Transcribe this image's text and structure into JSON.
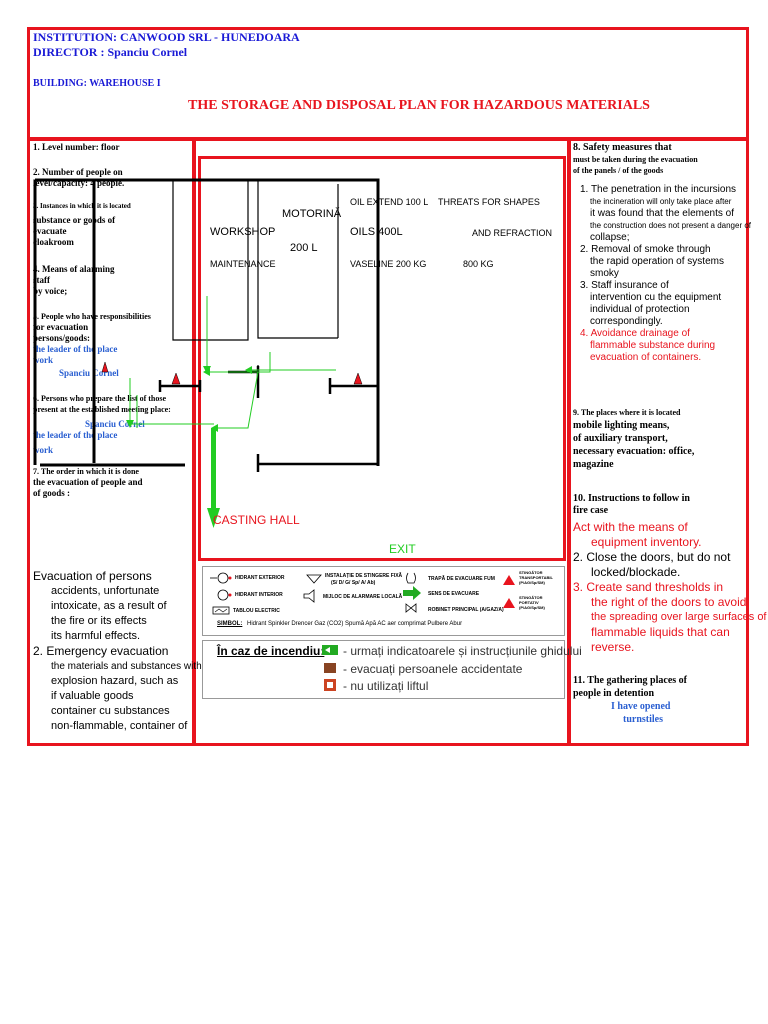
{
  "header": {
    "institution": "INSTITUTION: CANWOOD SRL - HUNEDOARA",
    "director": "DIRECTOR : Spanciu Cornel",
    "building": "BUILDING:   WAREHOUSE   I",
    "title": "THE STORAGE AND DISPOSAL PLAN FOR HAZARDOUS MATERIALS"
  },
  "left": {
    "s1": "1. Level number: floor",
    "s2a": "2. Number of people on",
    "s2b": "level/capacity: 4 people.",
    "s3a": "3. Instances in which it is located",
    "s3b": "substance or goods of",
    "s3c": "evacuate",
    "s3d": "cloakroom",
    "s4a": "4. Means of alarming",
    "s4b": "staff",
    "s4c": " by voice;",
    "s5a": "5. People who have responsibilities",
    "s5b": "for evacuation",
    "s5c": "persons/goods:",
    "s5d": "the leader of the place",
    "s5e": "work",
    "s5f": "Spanciu Cornel",
    "s6a": "6. Persons who prepare the list of those",
    "s6b": "present at the established meeting place:",
    "s6c": "Spanciu Cornel",
    "s6d": "the leader of the place",
    "s6e": "work",
    "s7a": "7. The order in which it is done",
    "s7b": "the evacuation of people and",
    "s7c": "of goods :",
    "s7d": "Evacuation   of   persons",
    "s7e": "accidents, unfortunate",
    "s7f": "intoxicate, as a result of",
    "s7g": "the fire or its effects",
    "s7h": "its harmful effects.",
    "s7i": "2.    Emergency   evacuation",
    "s7j": "the materials and substances with",
    "s7k": "explosion  hazard,  such  as",
    "s7l": "if  valuable  goods",
    "s7m": "container      cu      substances",
    "s7n": "non-flammable,     container     of"
  },
  "plan": {
    "oil_extend": "OIL EXTEND 100 L",
    "threats": "THREATS FOR SHAPES",
    "motorina": "MOTORINĂ",
    "workshop": "WORKSHOP",
    "oils": "OILS  400L",
    "refraction": "AND  REFRACTION",
    "liters200": "200  L",
    "maintenance": "MAINTENANCE",
    "vaseline": "VASELINE  200  KG",
    "kg800": "800  KG",
    "casting": "CASTING  HALL",
    "exit": "EXIT"
  },
  "legend": {
    "hydrant_ext": "HIDRANT EXTERIOR",
    "hydrant_int": "HIDRANT INTERIOR",
    "panel": "TABLOU ELECTRIC",
    "install1": "INSTALAȚIE DE STINGERE FIXĂ",
    "install2": "(S/ D/ G/ Sp/ A/ Ab)",
    "alarm": "MIJLOC DE ALARMARE LOCALĂ",
    "hatch": "TRAPĂ DE EVACUARE FUM",
    "direction": "SENS DE EVACUARE",
    "valve": "ROBINET PRINCIPAL (A/GAZ/A)",
    "ext_trans1": "STINGĂTOR",
    "ext_trans2": "TRANSPORTABIL",
    "ext_trans3": "(P/AG/Sp/SM)",
    "ext_port1": "STINGĂTOR",
    "ext_port2": "PORTATIV",
    "ext_port3": "(P/AG/Sp/SM)",
    "symbol_label": "SIMBOL:",
    "symbol_text": "Hidrant Spinkler  Drencer  Gaz (CO2)  Spumă  Apă  AC aer comprimat  Pulbere  Abur",
    "fire_title": "În caz de incendiu:",
    "fire1": "- urmați indicatoarele și instrucțiunile ghidului",
    "fire2": "- evacuați persoanele accidentate",
    "fire3": "- nu utilizați liftul"
  },
  "right": {
    "s8a": "8. Safety measures that",
    "s8b": "must be taken during the evacuation",
    "s8c": "of the panels / of the goods",
    "r1a": "1.       The penetration in       the incursions",
    "r1b": "the incineration will only take place after",
    "r1c": "it was found that the elements of",
    "r1d": "the construction does not present a danger of",
    "r1e": "collapse;",
    "r2a": "2.       Removal of smoke through",
    "r2b": "the rapid operation of systems",
    "r2c": "smoky",
    "r3a": "3.       Staff     insurance      of",
    "r3b": "intervention      cu         the equipment",
    "r3c": "individual           of            protection",
    "r3d": "correspondingly.",
    "r4a": "4.       Avoidance   drainage        of",
    "r4b": "flammable  substance  during",
    "r4c": "evacuation of containers.",
    "s9a": "9. The places where it is located",
    "s9b": "mobile lighting means,",
    "s9c": "of auxiliary transport,",
    "s9d": "necessary evacuation: office,",
    "s9e": "magazine",
    "s10a": "10. Instructions to follow in",
    "s10b": "fire case",
    "i1a": "Act  with  the  means  of",
    "i1b": "equipment inventory.",
    "i2a": "2.  Close  the  doors,  but  do  not",
    "i2b": "locked/blockade.",
    "i3a": "3.  Create  sand  thresholds  in",
    "i3b": "the right of the doors to avoid",
    "i3c": "the spreading over large surfaces of",
    "i3d": "flammable liquids that can",
    "i3e": "reverse.",
    "s11a": "11. The gathering places of",
    "s11b": "people in detention",
    "s11c": "I have opened",
    "s11d": "turnstiles"
  },
  "colors": {
    "frame": "#e8141e",
    "route": "#22cc22",
    "text_blue": "#1a1ad6",
    "text_red": "#e8141e"
  }
}
